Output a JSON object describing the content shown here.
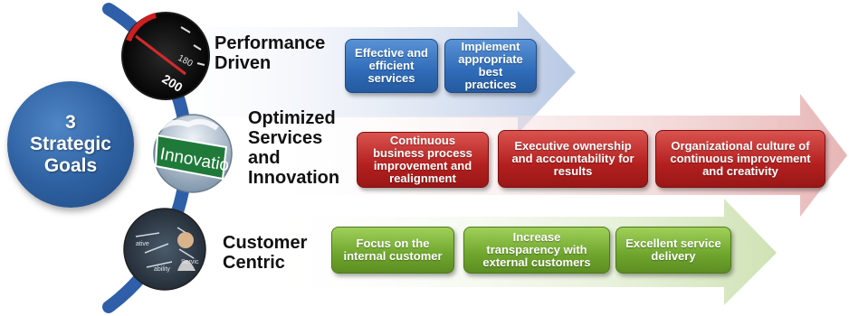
{
  "goal": {
    "text": "3\nStrategic\nGoals"
  },
  "rows": [
    {
      "label": "Performance\nDriven",
      "icon": "speedometer-icon",
      "boxes": [
        "Effective and\nefficient\nservices",
        "Implement\nappropriate\nbest\npractices"
      ]
    },
    {
      "label": "Optimized\nServices\nand\nInnovation",
      "icon": "innovation-sign-icon",
      "icon_text": "Innovatio",
      "boxes": [
        "Continuous\nbusiness process\nimprovement and\nrealignment",
        "Executive ownership\nand accountability for\nresults",
        "Organizational culture of\ncontinuous improvement\nand creativity"
      ]
    },
    {
      "label": "Customer\nCentric",
      "icon": "customer-diagram-icon",
      "boxes": [
        "Focus on the\ninternal customer",
        "Increase\ntransparency with\nexternal customers",
        "Excellent service\ndelivery"
      ]
    }
  ],
  "colors": {
    "goal": "#2d5f9f",
    "arc": "#2e5fa8",
    "blue_arrow": "#c9d6ea",
    "red_arrow": "#edc8c8",
    "green_arrow": "#d7e6c2",
    "blue_box": "#2f6bb8",
    "red_box": "#b3201f",
    "green_box": "#6fa52d"
  }
}
